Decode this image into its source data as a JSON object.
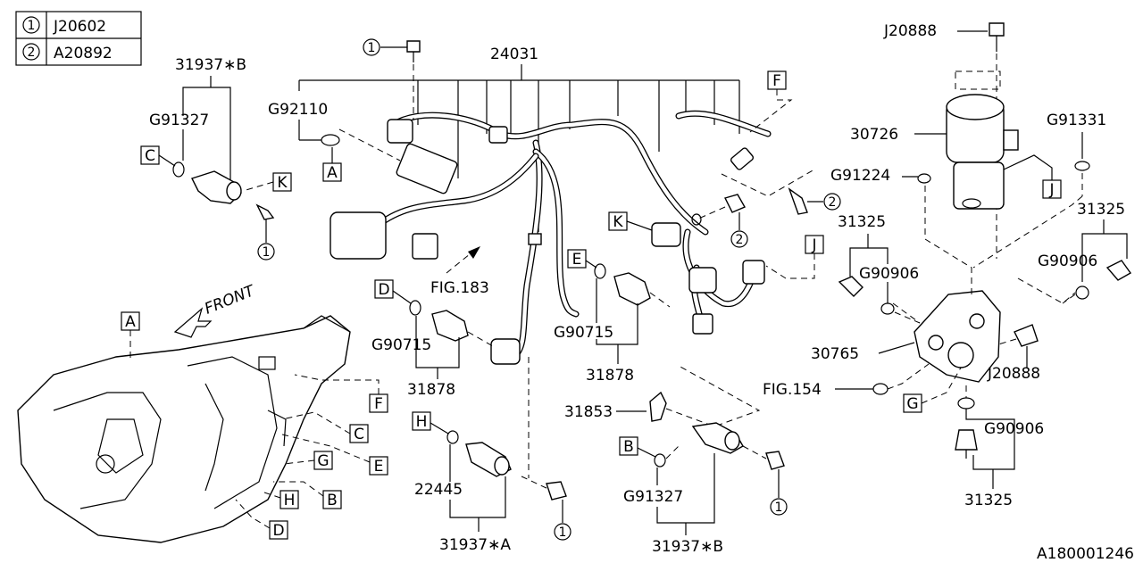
{
  "legend": [
    {
      "num": "1",
      "code": "J20602"
    },
    {
      "num": "2",
      "code": "A20892"
    }
  ],
  "labels": {
    "p24031": "24031",
    "g92110": "G92110",
    "j20888_top": "J20888",
    "p30726": "30726",
    "g91331": "G91331",
    "g91224": "G91224",
    "p31325_a": "31325",
    "p31325_b": "31325",
    "p31325_c": "31325",
    "g90906_a": "G90906",
    "g90906_b": "G90906",
    "g90906_c": "G90906",
    "p30765": "30765",
    "j20888_mid": "J20888",
    "fig154": "FIG.154",
    "p31937b_top": "31937∗B",
    "g91327_top": "G91327",
    "fig183": "FIG.183",
    "g90715_a": "G90715",
    "p31878_a": "31878",
    "g90715_b": "G90715",
    "p31878_b": "31878",
    "p31853": "31853",
    "p22445": "22445",
    "p31937a": "31937∗A",
    "g91327_bot": "G91327",
    "p31937b_bot": "31937∗B",
    "front": "FRONT",
    "diagram_id": "A180001246"
  },
  "refs": {
    "A": "A",
    "B": "B",
    "C": "C",
    "D": "D",
    "E": "E",
    "F": "F",
    "G": "G",
    "H": "H",
    "J": "J",
    "K": "K"
  },
  "circled": {
    "one": "1",
    "two": "2"
  }
}
